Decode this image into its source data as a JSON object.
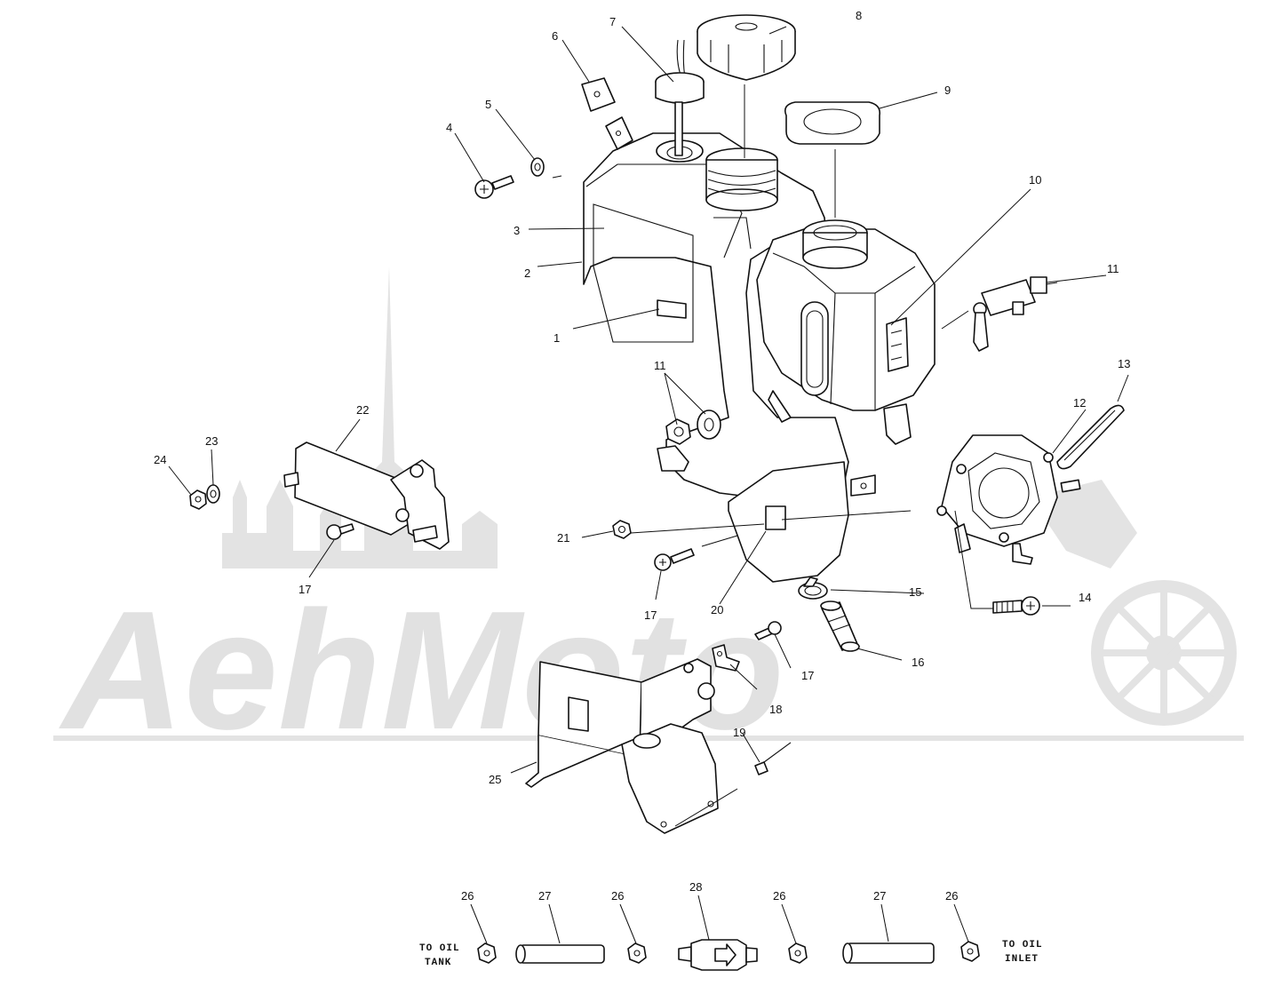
{
  "diagram": {
    "watermark": {
      "text": "AehMoto"
    },
    "callouts": [
      "1",
      "2",
      "3",
      "4",
      "5",
      "6",
      "7",
      "8",
      "9",
      "10",
      "11",
      "11",
      "12",
      "13",
      "14",
      "15",
      "16",
      "17",
      "17",
      "17",
      "18",
      "19",
      "20",
      "21",
      "22",
      "23",
      "24",
      "25",
      "26",
      "26",
      "26",
      "26",
      "27",
      "27",
      "28"
    ],
    "notes": {
      "to_oil_tank_line1": "TO OIL",
      "to_oil_tank_line2": "TANK",
      "to_oil_inlet_line1": "TO OIL",
      "to_oil_inlet_line2": "INLET"
    }
  }
}
